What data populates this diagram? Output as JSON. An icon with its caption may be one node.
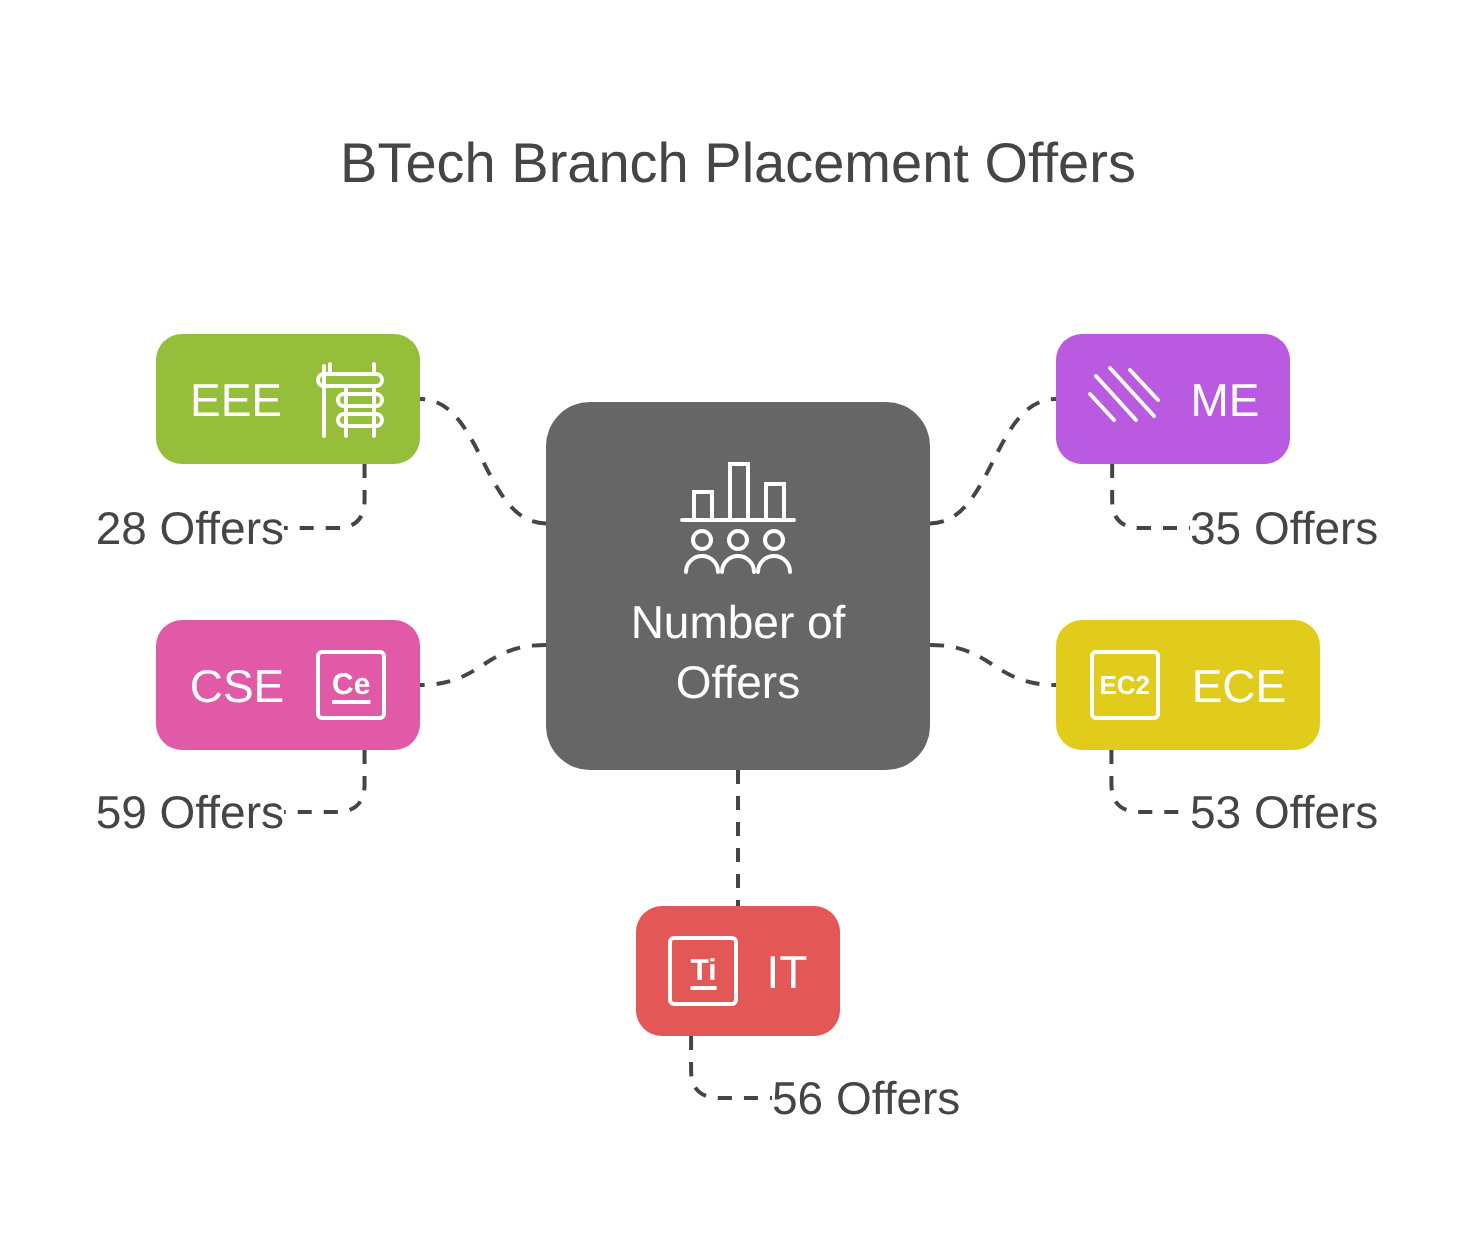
{
  "diagram": {
    "title": "BTech Branch Placement Offers",
    "nodes": [
      {
        "text": [
          "Number of Offers"
        ]
      },
      {
        "text": [
          "EEE"
        ]
      },
      {
        "text": [
          "28 Offers"
        ]
      },
      {
        "text": [
          "ME"
        ]
      },
      {
        "text": [
          "35 Offers"
        ]
      },
      {
        "text": [
          "CSE",
          "Ce"
        ]
      },
      {
        "text": [
          "59 Offers"
        ]
      },
      {
        "text": [
          "EC2",
          "ECE"
        ]
      },
      {
        "text": [
          "53 Offers"
        ]
      },
      {
        "text": [
          "Ti",
          "IT"
        ]
      },
      {
        "text": [
          "56 Offers"
        ]
      }
    ],
    "edges": [
      {
        "from": 0,
        "to": 1,
        "arrow": "none",
        "style": "dashed"
      },
      {
        "from": 0,
        "to": 3,
        "arrow": "none",
        "style": "dashed"
      },
      {
        "from": 0,
        "to": 5,
        "arrow": "none",
        "style": "dashed"
      },
      {
        "from": 0,
        "to": 7,
        "arrow": "none",
        "style": "dashed"
      },
      {
        "from": 0,
        "to": 9,
        "arrow": "none",
        "style": "dashed"
      },
      {
        "from": 1,
        "to": 2,
        "arrow": "none",
        "style": "dashed"
      },
      {
        "from": 3,
        "to": 4,
        "arrow": "none",
        "style": "dashed"
      },
      {
        "from": 5,
        "to": 6,
        "arrow": "none",
        "style": "dashed"
      },
      {
        "from": 7,
        "to": 8,
        "arrow": "none",
        "style": "dashed"
      },
      {
        "from": 9,
        "to": 10,
        "arrow": "none",
        "style": "dashed"
      }
    ]
  }
}
